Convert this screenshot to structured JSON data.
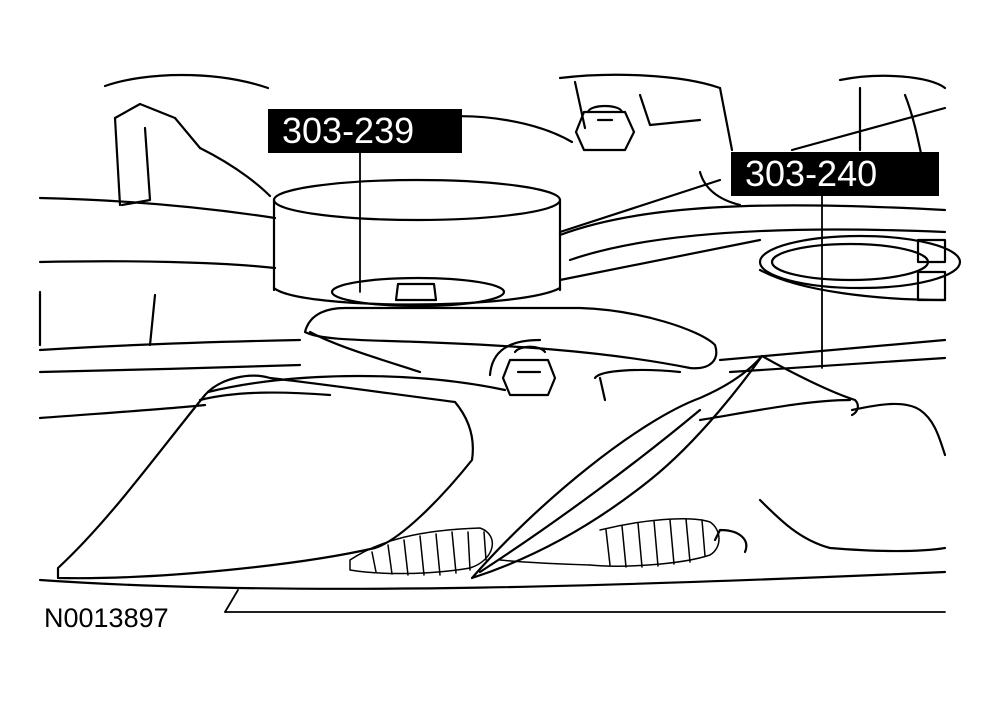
{
  "callouts": {
    "tool_a": "303-239",
    "tool_b": "303-240"
  },
  "figure_id": "N0013897"
}
